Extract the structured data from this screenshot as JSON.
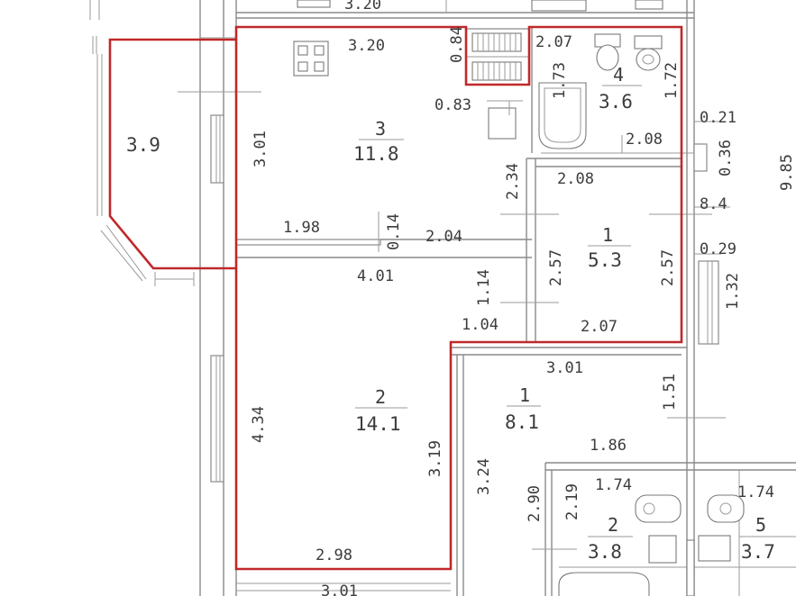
{
  "rooms": [
    {
      "id": "balcony",
      "number": "",
      "area": "3.9"
    },
    {
      "id": "kitchen",
      "number": "3",
      "area": "11.8"
    },
    {
      "id": "bathroom",
      "number": "4",
      "area": "3.6"
    },
    {
      "id": "hall",
      "number": "1",
      "area": "5.3"
    },
    {
      "id": "living",
      "number": "2",
      "area": "14.1"
    },
    {
      "id": "neighbor-hall",
      "number": "1",
      "area": "8.1"
    },
    {
      "id": "neighbor-bath",
      "number": "2",
      "area": "3.8"
    },
    {
      "id": "neighbor-room5",
      "number": "5",
      "area": "3.7"
    }
  ],
  "dimensions": {
    "kitchen_top": "3.20",
    "kitchen_height": "3.01",
    "vent_height": "0.84",
    "vent_width": "0.83",
    "bath_width": "2.07",
    "bath_height_left": "1.73",
    "bath_height_right": "1.72",
    "bath_bottom": "2.08",
    "hall_top": "2.08",
    "kitchen_step": "2.34",
    "wall_021": "0.21",
    "wall_036": "0.36",
    "wall_014": "0.14",
    "kitchen_bottom_left": "1.98",
    "kitchen_bottom_right": "2.04",
    "hall_left": "2.57",
    "hall_right": "2.57",
    "hall_bottom": "2.07",
    "living_top": "4.01",
    "corridor_step": "1.14",
    "corridor_width": "1.04",
    "living_left": "4.34",
    "living_right": "3.19",
    "living_bottom": "2.98",
    "right_total": "9.85",
    "right_84": "8.4",
    "right_029": "0.29",
    "closet_height": "1.32",
    "neighbor_top": "3.01",
    "neighbor_151": "1.51",
    "neighbor_186": "1.86",
    "neighbor_324": "3.24",
    "neighbor_290": "2.90",
    "neighbor_219": "2.19",
    "neighbor_174": "1.74",
    "neighbor_174b": "1.74",
    "top_partial": "3.20",
    "bottom_partial": "3.01"
  },
  "colors": {
    "outline": "#c0282a",
    "walls": "#8a8a8a",
    "text": "#3c3c3c"
  }
}
